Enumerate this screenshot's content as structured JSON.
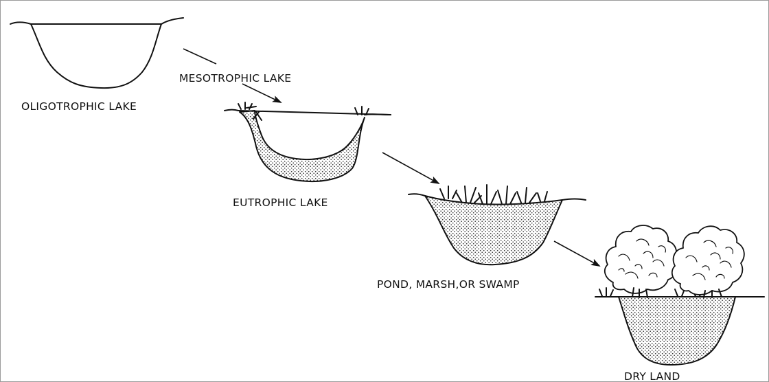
{
  "diagram": {
    "stages": [
      {
        "id": "oligotrophic",
        "label": "OLIGOTROPHIC LAKE"
      },
      {
        "id": "mesotrophic",
        "label": "MESOTROPHIC LAKE"
      },
      {
        "id": "eutrophic",
        "label": "EUTROPHIC LAKE"
      },
      {
        "id": "pond",
        "label": "POND, MARSH,OR SWAMP"
      },
      {
        "id": "dry-land",
        "label": "DRY LAND"
      }
    ],
    "colors": {
      "ink": "#111111",
      "frame": "#9a9a9a",
      "background": "#ffffff"
    }
  }
}
